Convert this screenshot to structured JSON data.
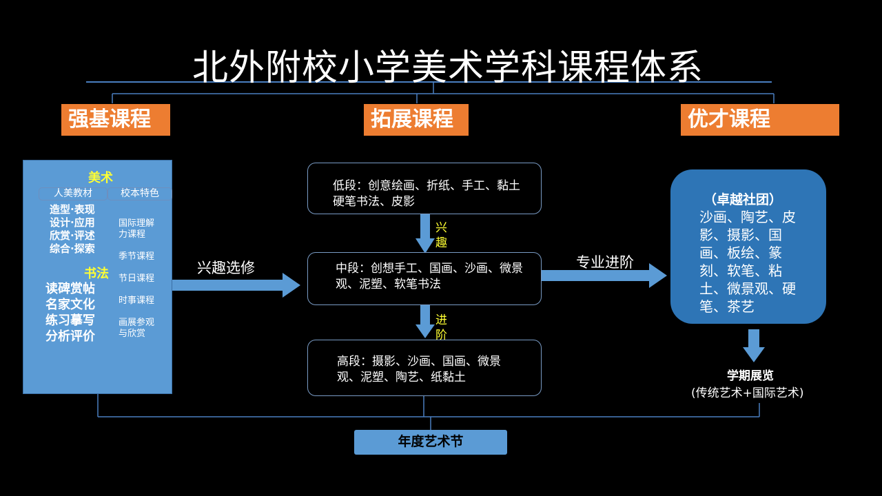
{
  "title": "北外附校小学美术学科课程体系",
  "columns": {
    "left": "强基课程",
    "center": "拓展课程",
    "right": "优才课程"
  },
  "left_panel": {
    "art_heading": "美术",
    "tag_textbook": "人美教材",
    "tag_school": "校本特色",
    "art_items": [
      "造型·表现",
      "设计·应用",
      "欣赏·评述",
      "综合·探索"
    ],
    "calligraphy_heading": "书法",
    "calligraphy_items": [
      "读碑赏帖",
      "名家文化",
      "练习摹写",
      "分析评价"
    ],
    "school_items": [
      "国际理解力课程",
      "季节课程",
      "节日课程",
      "时事课程",
      "画展参观与欣赏"
    ]
  },
  "arrows": {
    "interest": "兴趣选修",
    "pro": "专业进阶",
    "xing": "兴",
    "qu": "趣",
    "jin": "进",
    "jie": "阶"
  },
  "stages": {
    "low": "低段：创意绘画、折纸、手工、黏土 硬笔书法、皮影",
    "mid": "中段：创想手工、国画、沙画、微景观、泥塑、软笔书法",
    "high": "高段：摄影、沙画、国画、微景观、泥塑、陶艺、纸黏土"
  },
  "club": {
    "heading": "（卓越社团）",
    "items": "沙画、陶艺、皮影、摄影、国画、板绘、篆刻、软笔、粘土、微景观、硬笔、茶艺"
  },
  "exhibition": {
    "title": "学期展览",
    "subtitle": "(传统艺术+国际艺术)"
  },
  "footer": "年度艺术节",
  "colors": {
    "header_orange": "#ed7d31",
    "panel_blue": "#5b9bd5",
    "club_blue": "#2e75b6",
    "accent_yellow": "#ffff33",
    "line_blue": "#4a7fc1"
  }
}
